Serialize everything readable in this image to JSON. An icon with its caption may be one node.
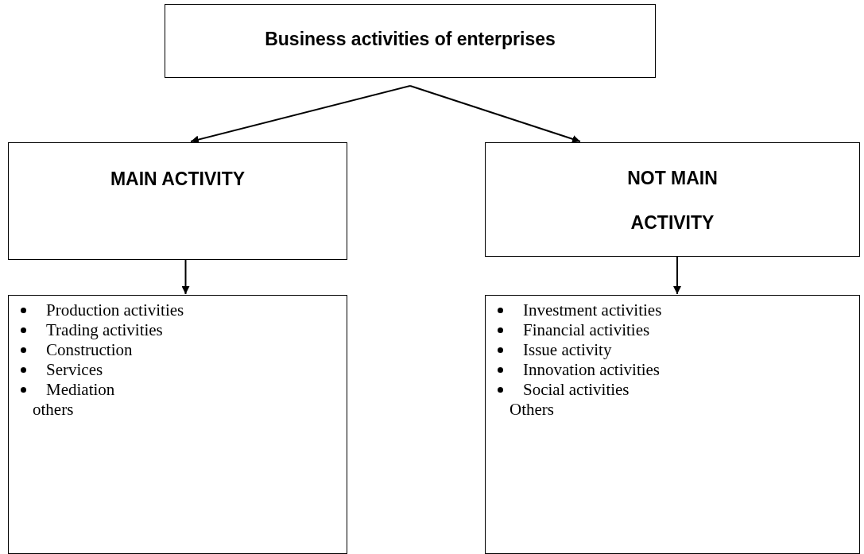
{
  "diagram": {
    "nodes": [
      {
        "text": [
          "Business activities of enterprises"
        ]
      },
      {
        "text": [
          "MAIN ACTIVITY"
        ]
      },
      {
        "text": [
          "NOT MAIN ACTIVITY"
        ]
      },
      {
        "text": [
          "Production activities",
          "Trading activities",
          "Construction",
          "Services",
          "Mediation",
          "others"
        ]
      },
      {
        "text": [
          "Investment activities",
          "Financial activities",
          "Issue activity",
          "Innovation activities",
          "Social activities",
          "Others"
        ]
      }
    ],
    "edges": [
      {
        "from": 0,
        "to": 1,
        "arrow": "to"
      },
      {
        "from": 0,
        "to": 2,
        "arrow": "to"
      },
      {
        "from": 1,
        "to": 3,
        "arrow": "to"
      },
      {
        "from": 2,
        "to": 4,
        "arrow": "to"
      }
    ]
  }
}
